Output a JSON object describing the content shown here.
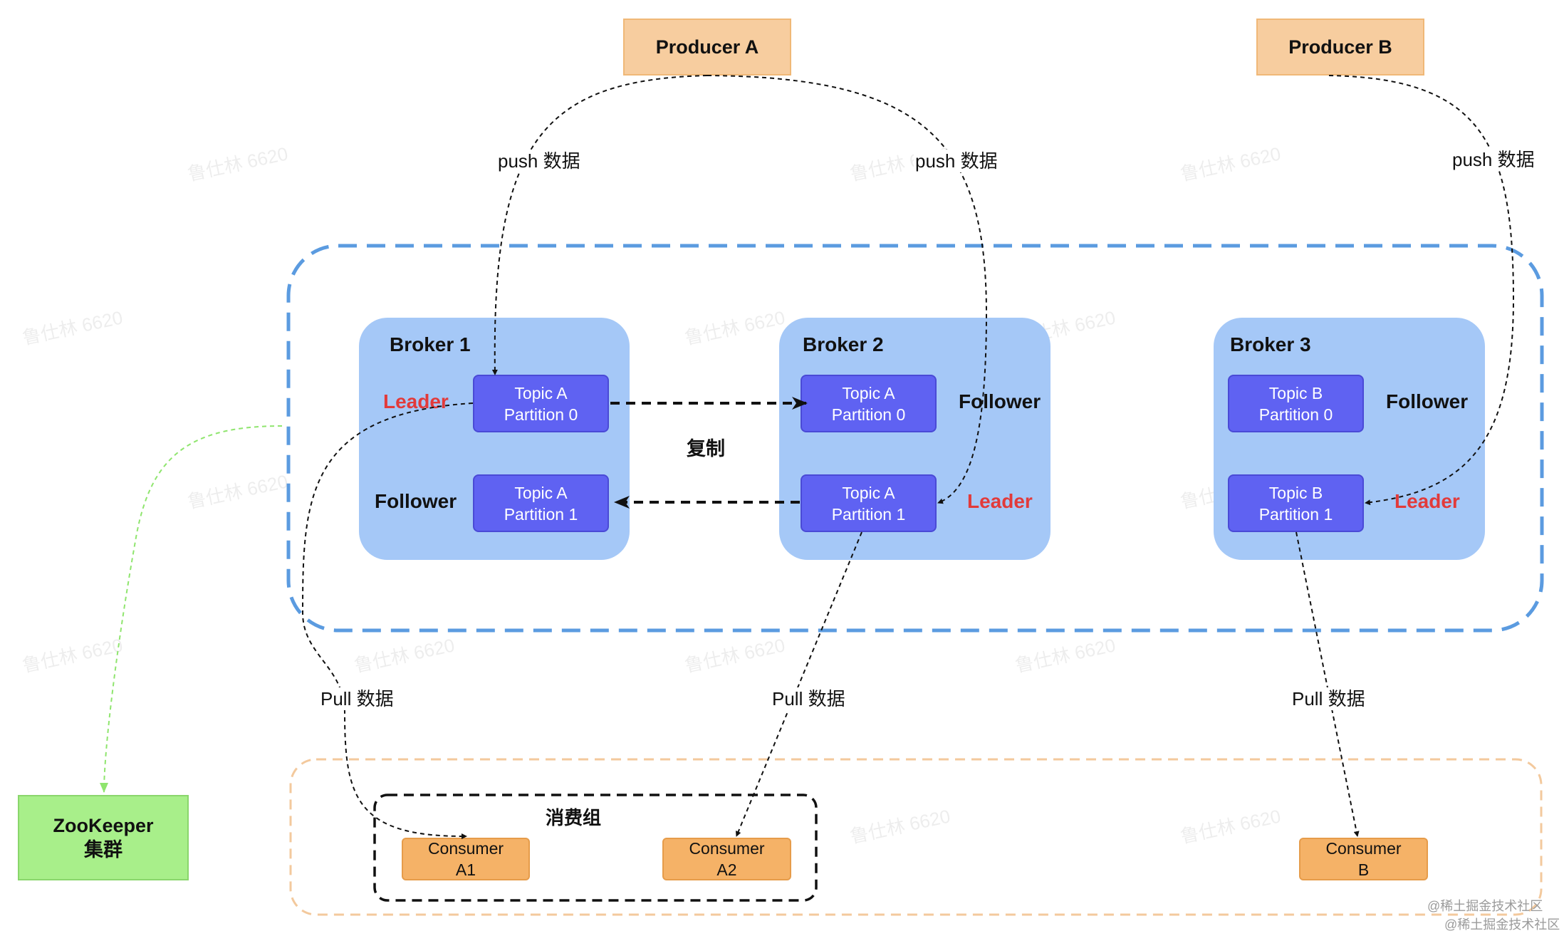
{
  "producers": [
    {
      "id": "producer-a",
      "label": "Producer A"
    },
    {
      "id": "producer-b",
      "label": "Producer B"
    }
  ],
  "brokers": [
    {
      "title": "Broker 1",
      "partitions": [
        {
          "line1": "Topic A",
          "line2": "Partition 0",
          "role": "Leader"
        },
        {
          "line1": "Topic A",
          "line2": "Partition 1",
          "role": "Follower"
        }
      ]
    },
    {
      "title": "Broker 2",
      "partitions": [
        {
          "line1": "Topic A",
          "line2": "Partition 0",
          "role": "Follower"
        },
        {
          "line1": "Topic A",
          "line2": "Partition 1",
          "role": "Leader"
        }
      ]
    },
    {
      "title": "Broker 3",
      "partitions": [
        {
          "line1": "Topic B",
          "line2": "Partition 0",
          "role": "Follower"
        },
        {
          "line1": "Topic B",
          "line2": "Partition 1",
          "role": "Leader"
        }
      ]
    }
  ],
  "replication_label": "复制",
  "push_labels": [
    "push 数据",
    "push 数据",
    "push 数据"
  ],
  "pull_labels": [
    "Pull 数据",
    "Pull 数据",
    "Pull 数据"
  ],
  "consumer_group": {
    "label": "消费组",
    "consumers": [
      {
        "line1": "Consumer",
        "line2": "A1"
      },
      {
        "line1": "Consumer",
        "line2": "A2"
      }
    ]
  },
  "consumer_b": {
    "line1": "Consumer",
    "line2": "B"
  },
  "zookeeper": {
    "line1": "ZooKeeper",
    "line2": "集群"
  },
  "watermark_text": "鲁仕林 6620",
  "credits": [
    "@稀土掘金技术社区",
    "@稀土掘金技术社区"
  ],
  "colors": {
    "producer": "#f7cd9f",
    "broker": "#a5c8f7",
    "partition": "#5f62f2",
    "leader_text": "#e23a3a",
    "consumer": "#f5b267",
    "zookeeper": "#a8ef8a",
    "cluster_border": "#5b9be0",
    "consumer_area_border": "#f3c99d",
    "zookeeper_link": "#8fe56e"
  }
}
